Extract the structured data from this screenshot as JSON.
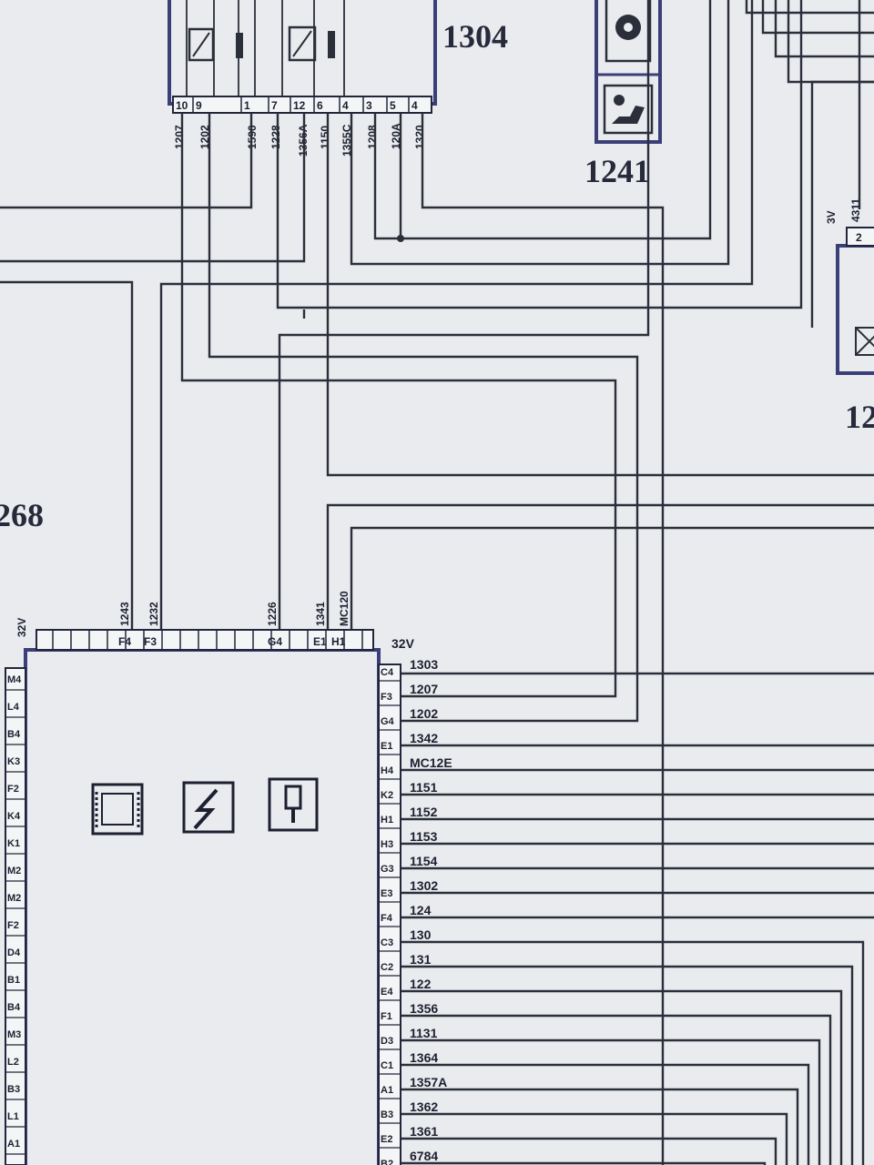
{
  "components": {
    "relay_1304": {
      "label": "1304",
      "pins": [
        "10",
        "9",
        "1",
        "7",
        "12",
        "6",
        "4",
        "3",
        "5",
        "4"
      ]
    },
    "unit_1241": {
      "label": "1241"
    },
    "unit_268": {
      "label": "268"
    },
    "unit_right": {
      "label": "12",
      "voltage": "3V",
      "wire": "4311",
      "pin": "2"
    },
    "ecu": {
      "top_voltage": "32V",
      "right_voltage": "32V",
      "top_pins": [
        "F4",
        "F3",
        "G4",
        "E1",
        "H1"
      ],
      "left_pins": [
        "M4",
        "L4",
        "B4",
        "K3",
        "F2",
        "K4",
        "K1",
        "M2",
        "M2",
        "F2",
        "D4",
        "B1",
        "B4",
        "M3",
        "L2",
        "B3",
        "L1",
        "A1"
      ]
    }
  },
  "top_wires": [
    "1207",
    "1202",
    "1590",
    "1228",
    "1356A",
    "1150",
    "1355C",
    "1208",
    "120A",
    "1320"
  ],
  "ecu_top_wires": [
    "1243",
    "1232",
    "1226",
    "1341",
    "MC120"
  ],
  "ecu_right": [
    {
      "pin": "C4",
      "wire": "1303"
    },
    {
      "pin": "F3",
      "wire": "1207"
    },
    {
      "pin": "G4",
      "wire": "1202"
    },
    {
      "pin": "E1",
      "wire": "1342"
    },
    {
      "pin": "H4",
      "wire": "MC12E"
    },
    {
      "pin": "K2",
      "wire": "1151"
    },
    {
      "pin": "H1",
      "wire": "1152"
    },
    {
      "pin": "H3",
      "wire": "1153"
    },
    {
      "pin": "G3",
      "wire": "1154"
    },
    {
      "pin": "E3",
      "wire": "1302"
    },
    {
      "pin": "F4",
      "wire": "124"
    },
    {
      "pin": "C3",
      "wire": "130"
    },
    {
      "pin": "C2",
      "wire": "131"
    },
    {
      "pin": "E4",
      "wire": "122"
    },
    {
      "pin": "F1",
      "wire": "1356"
    },
    {
      "pin": "D3",
      "wire": "1131"
    },
    {
      "pin": "C1",
      "wire": "1364"
    },
    {
      "pin": "A1",
      "wire": "1357A"
    },
    {
      "pin": "B3",
      "wire": "1362"
    },
    {
      "pin": "E2",
      "wire": "1361"
    },
    {
      "pin": "B2",
      "wire": "6784"
    }
  ],
  "colors": {
    "wire": "#2b2f3a",
    "frame": "#3a3f78",
    "paper": "#e9ebee"
  }
}
